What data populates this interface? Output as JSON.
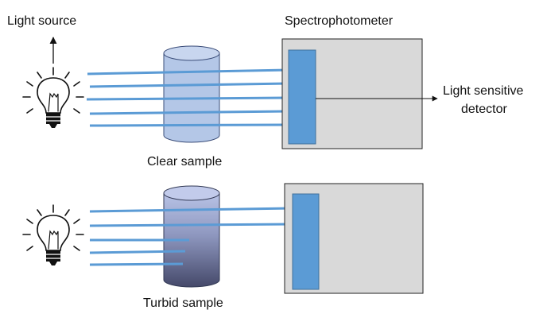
{
  "labels": {
    "light_source": "Light source",
    "spectrophotometer": "Spectrophotometer",
    "detector_line1": "Light sensitive",
    "detector_line2": "detector",
    "clear_sample": "Clear sample",
    "turbid_sample": "Turbid sample"
  },
  "colors": {
    "beam": "#5b9bd5",
    "detector_fill": "#5b9bd5",
    "detector_stroke": "#41719c",
    "box_fill": "#d9d9d9",
    "box_stroke": "#222222",
    "clear_cylinder": "#b4c7e7",
    "turbid_top": "#b4c0e3",
    "turbid_bottom": "#4a5070",
    "bulb_stroke": "#111111"
  }
}
